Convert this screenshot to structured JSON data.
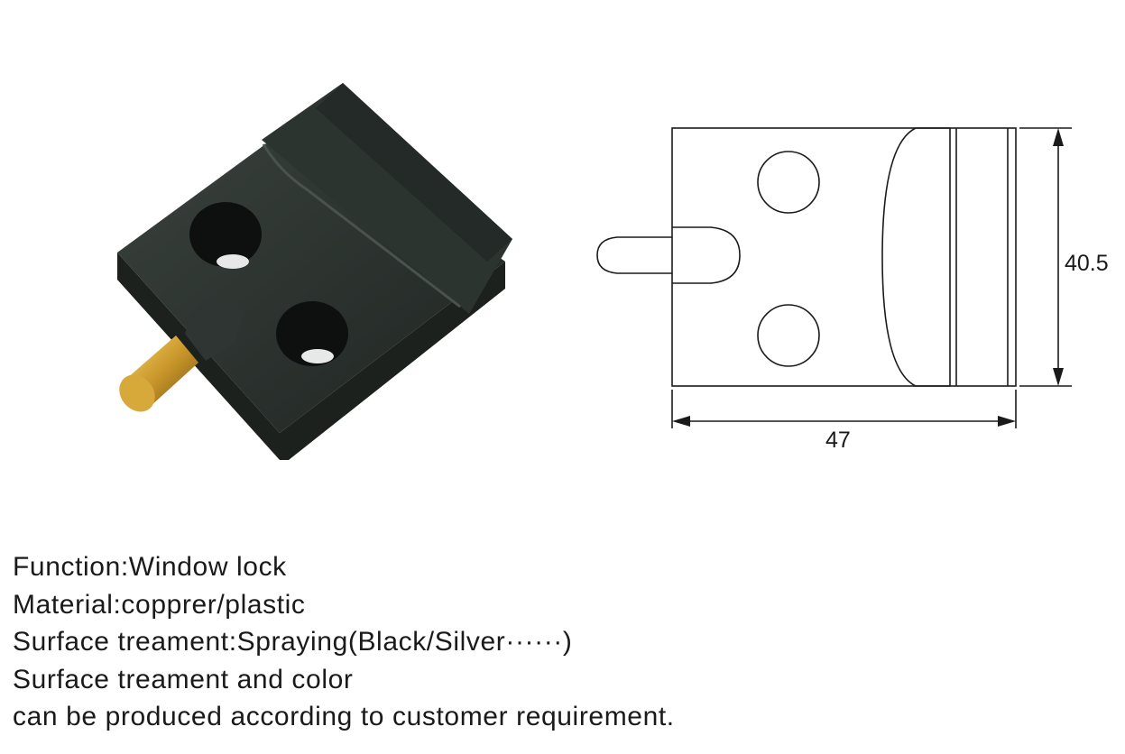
{
  "drawing": {
    "height_dim": "40.5",
    "width_dim": "47"
  },
  "specs": {
    "function": "Function:Window lock",
    "material": "Material:copprer/plastic",
    "surface": "Surface treament:Spraying(Black/Silver······)",
    "color_note_1": "Surface treament and color",
    "color_note_2": "can be produced according to customer requirement."
  }
}
